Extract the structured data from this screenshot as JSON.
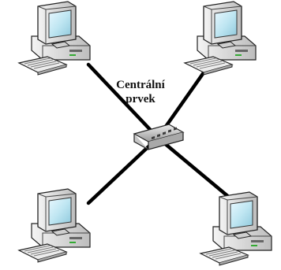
{
  "diagram": {
    "central_label_line1": "Centrální",
    "central_label_line2": "prvek",
    "nodes": [
      {
        "id": "pc-top-left",
        "icon": "desktop-computer-icon"
      },
      {
        "id": "pc-top-right",
        "icon": "desktop-computer-icon"
      },
      {
        "id": "pc-bottom-left",
        "icon": "desktop-computer-icon"
      },
      {
        "id": "pc-bottom-right",
        "icon": "desktop-computer-icon"
      }
    ],
    "hub": {
      "id": "central-hub",
      "icon": "network-switch-icon"
    },
    "colors": {
      "link": "#000000",
      "monitor_frame": "#d8d8d8",
      "screen": "#bfe6f2",
      "keyboard": "#e6e6e6",
      "hub": "#cfcfcf"
    }
  }
}
